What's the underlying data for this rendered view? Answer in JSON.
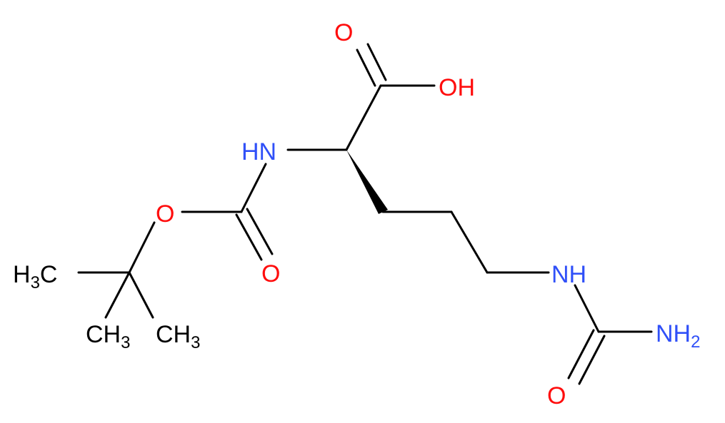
{
  "colors": {
    "bond": "#000000",
    "oxygen": "#ff0d0d",
    "nitrogen": "#3050f8",
    "carbon": "#000000"
  },
  "atoms": {
    "o_carbonyl_acid": {
      "text": "O"
    },
    "oh": {
      "text": "OH"
    },
    "hn_alpha": {
      "text": "HN"
    },
    "o_ester": {
      "text": "O"
    },
    "o_carbonyl_boc": {
      "text": "O"
    },
    "h3c_left": {
      "main": "H",
      "sub": "3",
      "tail": "C"
    },
    "ch3_bottom_left": {
      "main": "CH",
      "sub": "3"
    },
    "ch3_bottom_right": {
      "main": "CH",
      "sub": "3"
    },
    "nh_urea": {
      "text": "NH"
    },
    "nh2": {
      "main": "NH",
      "sub": "2"
    },
    "o_urea": {
      "text": "O"
    }
  }
}
